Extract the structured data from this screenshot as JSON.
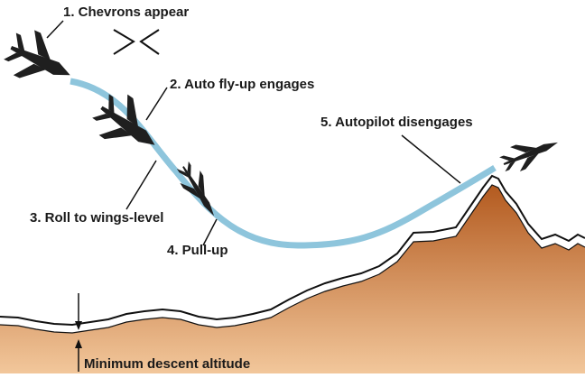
{
  "labels": {
    "step1": "1. Chevrons appear",
    "step2": "2. Auto fly-up engages",
    "step3": "3. Roll to wings-level",
    "step4": "4. Pull-up",
    "step5": "5. Autopilot disengages",
    "altitude": "Minimum descent altitude"
  },
  "colors": {
    "terrain_top": "#b35a1f",
    "terrain_bottom": "#f2c79b",
    "flight_path": "#8ec5dc",
    "aircraft": "#1f1f1f",
    "line": "#111111"
  },
  "icons": [
    "jet-aircraft-icon",
    "chevron-left-icon",
    "chevron-right-icon"
  ]
}
